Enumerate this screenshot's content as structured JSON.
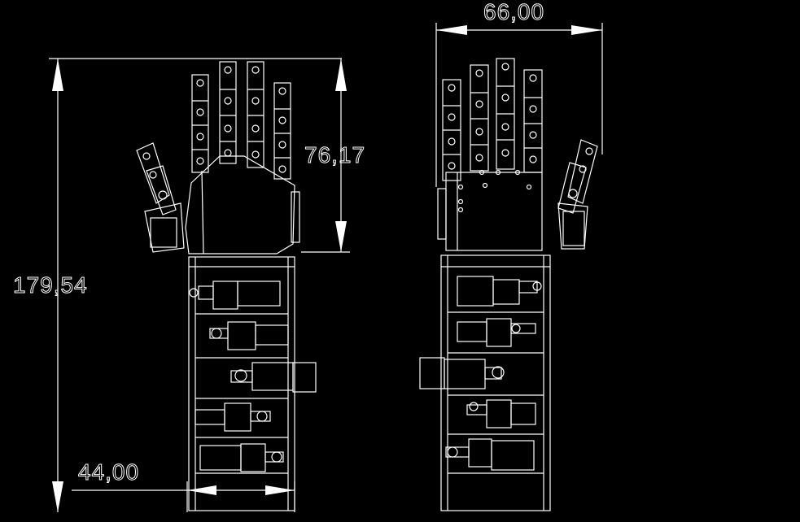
{
  "dimensions": {
    "overall_length": "179,54",
    "palm_length": "76,17",
    "forearm_width": "44,00",
    "hand_width": "66,00"
  },
  "colors": {
    "background": "#000000",
    "linework": "#ffffff"
  }
}
